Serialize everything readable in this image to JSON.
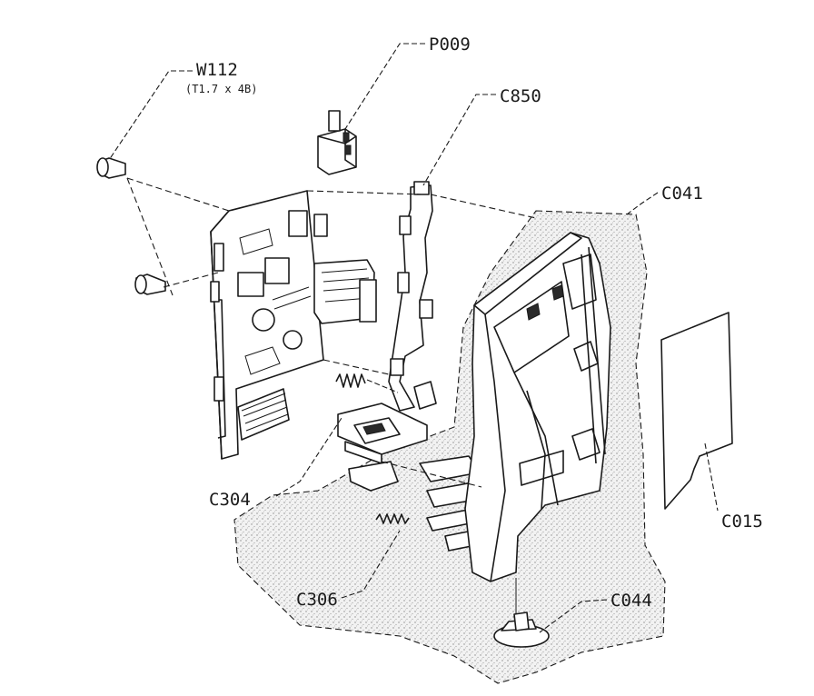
{
  "labels": {
    "w112": "W112",
    "w112_spec": "(T1.7 x 4B)",
    "p009": "P009",
    "c850": "C850",
    "c041": "C041",
    "c015": "C015",
    "c304": "C304",
    "c306": "C306",
    "c044": "C044"
  }
}
